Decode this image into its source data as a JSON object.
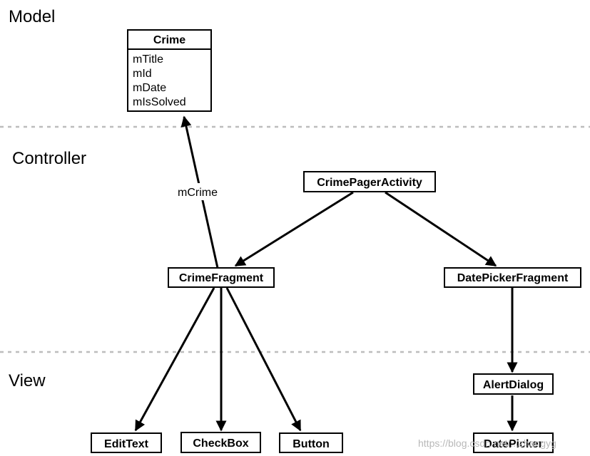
{
  "layers": {
    "model": "Model",
    "controller": "Controller",
    "view": "View"
  },
  "model": {
    "crime": {
      "title": "Crime",
      "fields": [
        "mTitle",
        "mId",
        "mDate",
        "mIsSolved"
      ]
    }
  },
  "controllers": {
    "crime_pager_activity": "CrimePagerActivity",
    "crime_fragment": "CrimeFragment",
    "date_picker_fragment": "DatePickerFragment"
  },
  "views": {
    "edit_text": "EditText",
    "check_box": "CheckBox",
    "button": "Button",
    "alert_dialog": "AlertDialog",
    "date_picker": "DatePicker"
  },
  "edges": {
    "crime_fragment_to_crime": "mCrime"
  },
  "watermark": "https://blog.csdn.net/...zhangyg"
}
